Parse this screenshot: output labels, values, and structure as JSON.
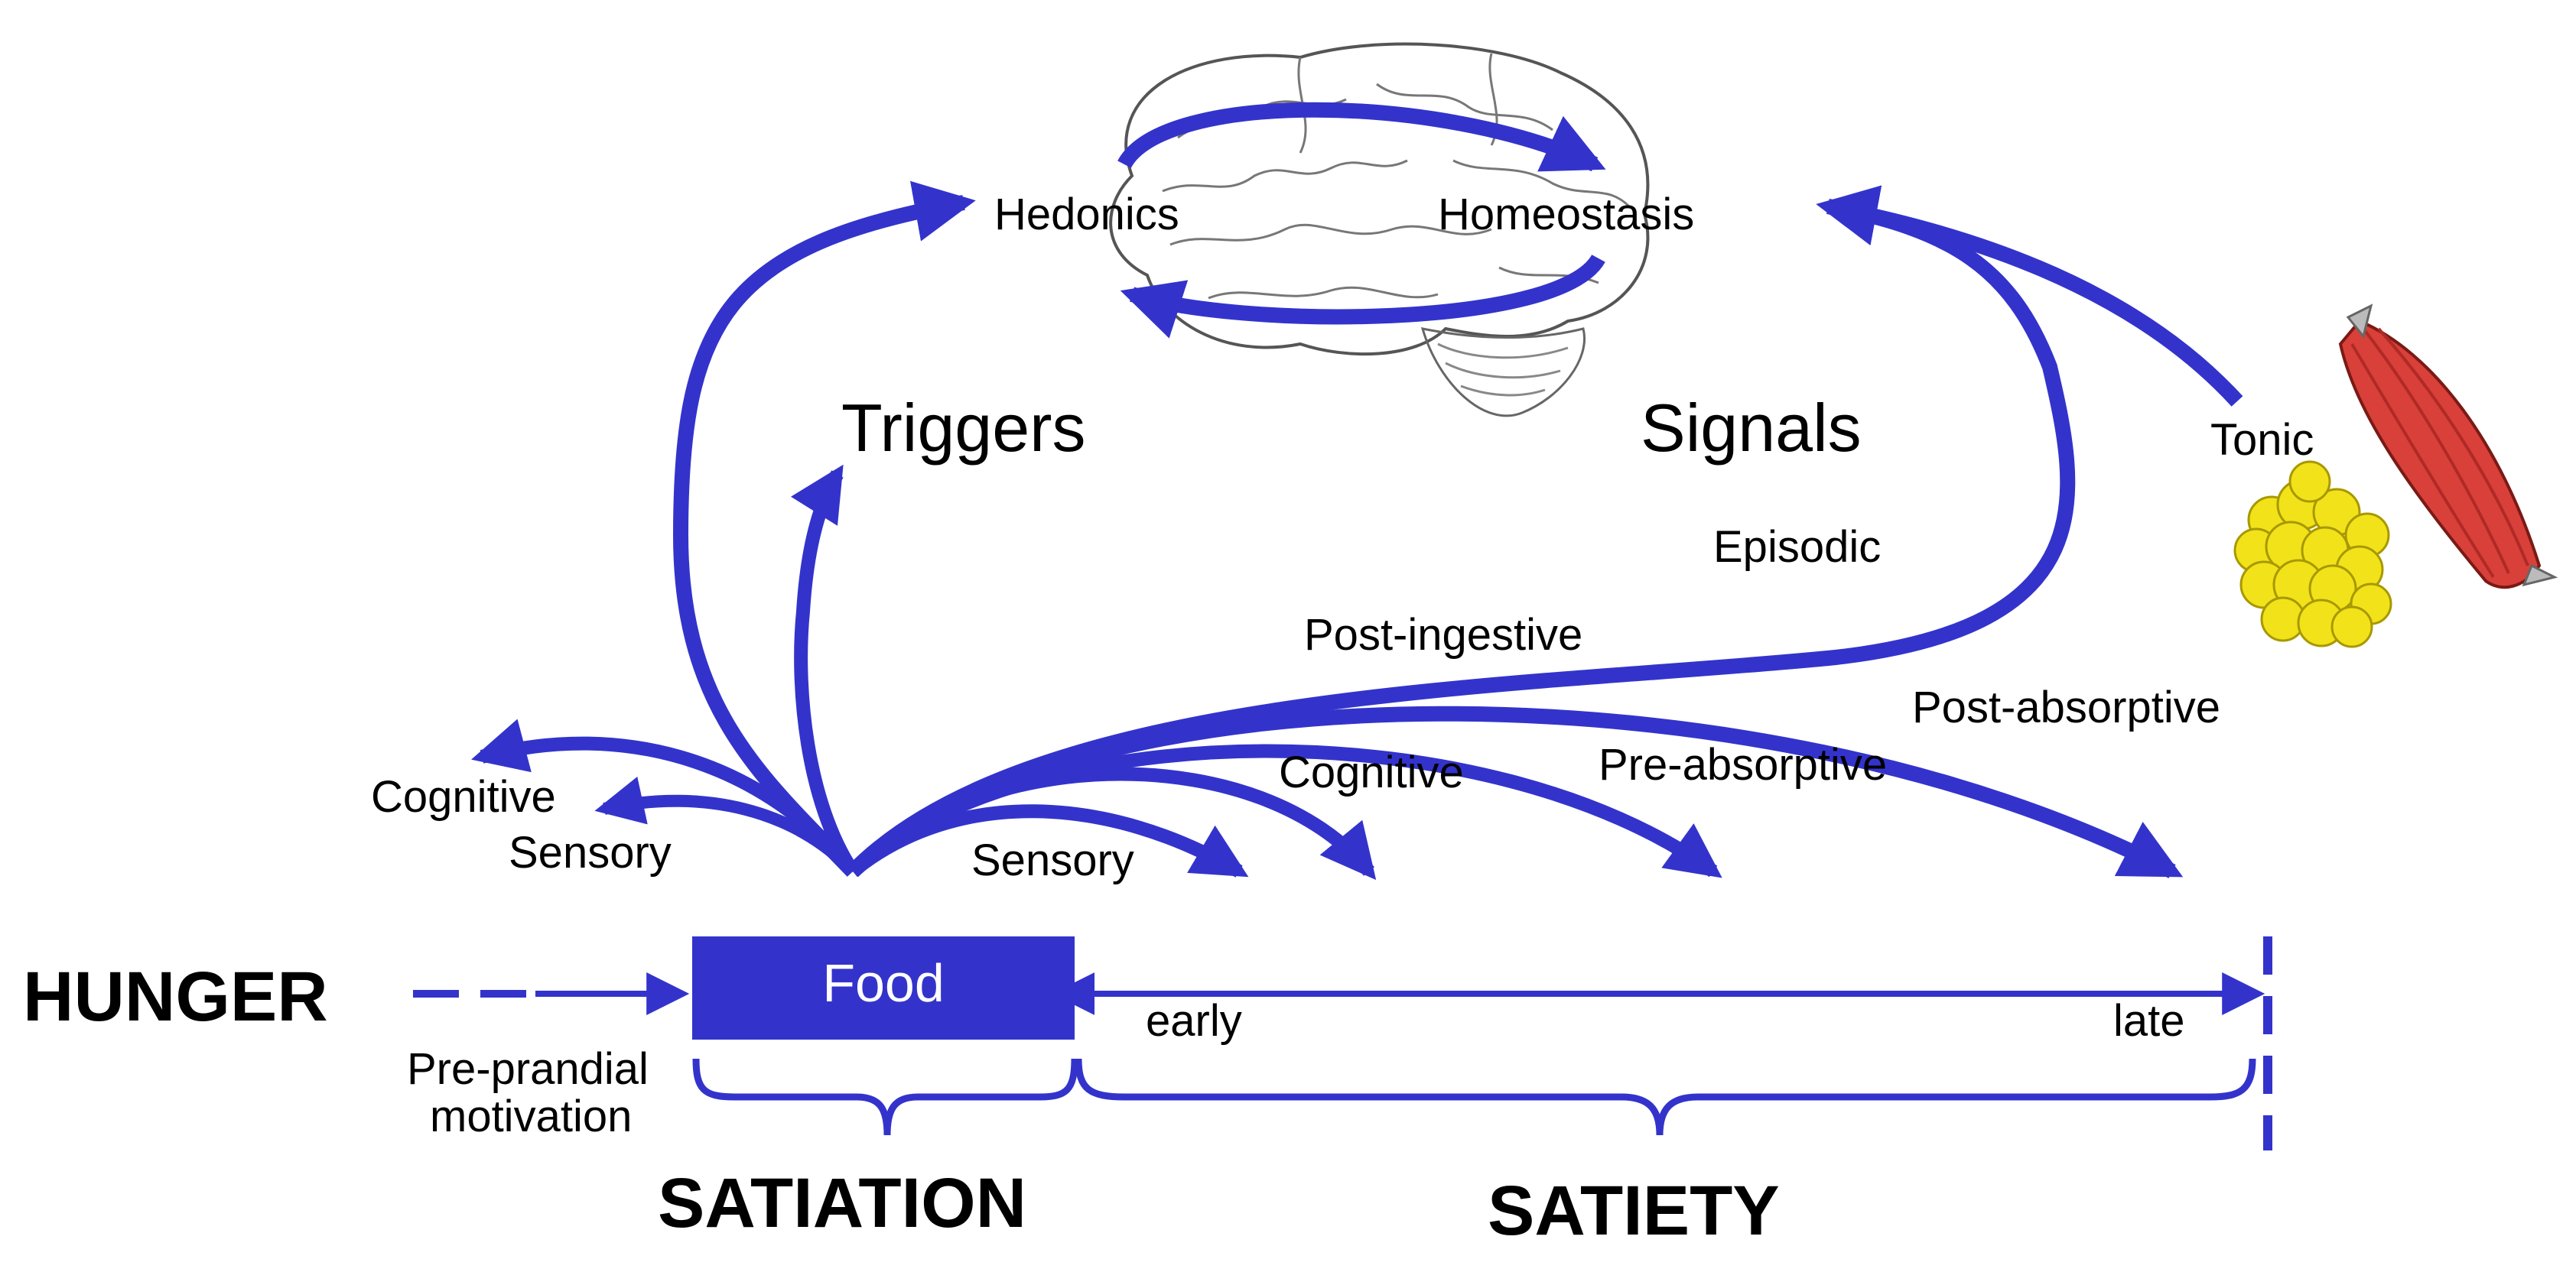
{
  "colors": {
    "arrow": "#3333cc",
    "fat": "#f1e21a",
    "muscle": "#d9403a"
  },
  "labels": {
    "hedonics": "Hedonics",
    "homeostasis": "Homeostasis",
    "triggers": "Triggers",
    "signals": "Signals",
    "tonic": "Tonic",
    "episodic": "Episodic",
    "post_ingestive": "Post-ingestive",
    "post_absorptive": "Post-absorptive",
    "pre_absorptive": "Pre-absorptive",
    "cognitive_left": "Cognitive",
    "sensory_left": "Sensory",
    "sensory_right": "Sensory",
    "cognitive_right": "Cognitive",
    "hunger": "HUNGER",
    "food": "Food",
    "early": "early",
    "late": "late",
    "pre_prandial_1": "Pre-prandial",
    "pre_prandial_2": "motivation",
    "satiation": "SATIATION",
    "satiety": "SATIETY"
  },
  "icons": [
    "brain-icon",
    "muscle-icon",
    "fat-cells-icon"
  ]
}
